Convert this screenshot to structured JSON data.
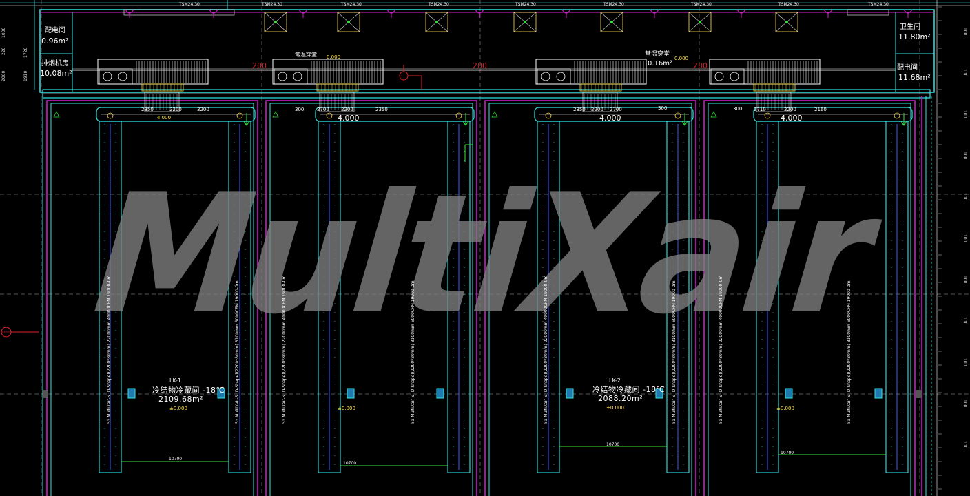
{
  "watermark": "MultiXair",
  "top_rooms": {
    "left_distribution": {
      "name": "配电间",
      "area": "0.96m²"
    },
    "left_smoke": {
      "name": "排烟机房",
      "area": "10.08m²"
    },
    "right_toilet": {
      "name": "卫生间",
      "area": "11.80m²"
    },
    "right_distribution": {
      "name": "配电间",
      "area": "11.68m²"
    },
    "corridor_left": {
      "name": "常温穿堂",
      "elev": "0.000"
    },
    "corridor_right": {
      "name": "常温穿堂",
      "area": "0.16m²",
      "elev": "0.000"
    }
  },
  "red_dims": [
    "200",
    "200",
    "200"
  ],
  "unit_dims": [
    {
      "l": "2350",
      "m": "2200",
      "r": "3200",
      "elev": "4.000"
    },
    {
      "l": "300",
      "m": "2700",
      "r": "2200",
      "extra": "2350",
      "elev": "4.000"
    },
    {
      "l": "2350",
      "m": "2200",
      "r": "2700",
      "extra": "300",
      "elev": "4.000"
    },
    {
      "l": "300",
      "m": "2710",
      "r": "2200",
      "extra": "2160",
      "elev": "4.000"
    }
  ],
  "cold_rooms": [
    {
      "code": "LK-1",
      "name": "冷结物冷藏间 -18℃",
      "area": "2109.68m²",
      "elev": "±0.000"
    },
    {
      "code": "",
      "name": "",
      "area": "",
      "elev": "±0.000"
    },
    {
      "code": "LK-2",
      "name": "冷结物冷藏间 -18℃",
      "area": "2088.20m²",
      "elev": "±0.000"
    },
    {
      "code": "",
      "name": "",
      "area": "",
      "elev": "±0.000"
    }
  ],
  "bottom_dims": [
    "10700",
    "10700",
    "10700",
    "10700"
  ],
  "pipe_label_left": "5x MultiXair-S (D-Shape)(2200*80mm) 22000mm 40000CFM 19000-0m",
  "pipe_label_right": "5x MultiXair-S (D-Shape)(2200*80mm) 3100mm 6000CFM 19000-0m",
  "tsm_labels": [
    "TSM24.30",
    "TSM24.30",
    "TSM24.30",
    "TSM24.30",
    "TSM24.30",
    "TSM24.30",
    "TSM24.30",
    "TSM24.30",
    "TSM24.30"
  ],
  "left_ruler": [
    "220",
    "1000",
    "2060",
    "1720",
    "1910"
  ],
  "right_ruler": [
    "100",
    "100",
    "100",
    "100",
    "100",
    "100",
    "100",
    "100",
    "100",
    "100",
    "100"
  ],
  "colors": {
    "magenta": "#d61ed6",
    "cyan": "#2fe6e6",
    "green": "#39e63c",
    "yellow": "#ffe14a",
    "red": "#e0202a",
    "blue": "#3a5cff"
  }
}
